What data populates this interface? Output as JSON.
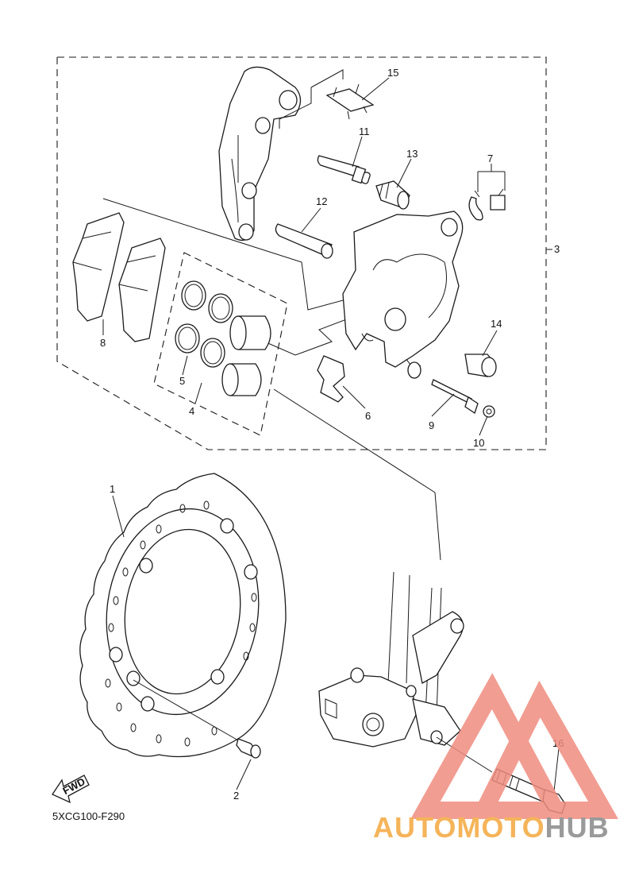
{
  "diagram_code": "5XCG100-F290",
  "fwd_label": "FWD",
  "callouts": {
    "c1": "1",
    "c2": "2",
    "c3": "3",
    "c4": "4",
    "c5": "5",
    "c6": "6",
    "c7": "7",
    "c8": "8",
    "c9": "9",
    "c10": "10",
    "c11": "11",
    "c12": "12",
    "c13": "13",
    "c14": "14",
    "c15": "15",
    "c16": "16"
  },
  "watermark": {
    "part1": "AUTOMOTO",
    "part2": "HUB",
    "color_part1": "#f5b45a",
    "color_part2": "#9a9a9a",
    "logo_color": "#f08c80"
  }
}
